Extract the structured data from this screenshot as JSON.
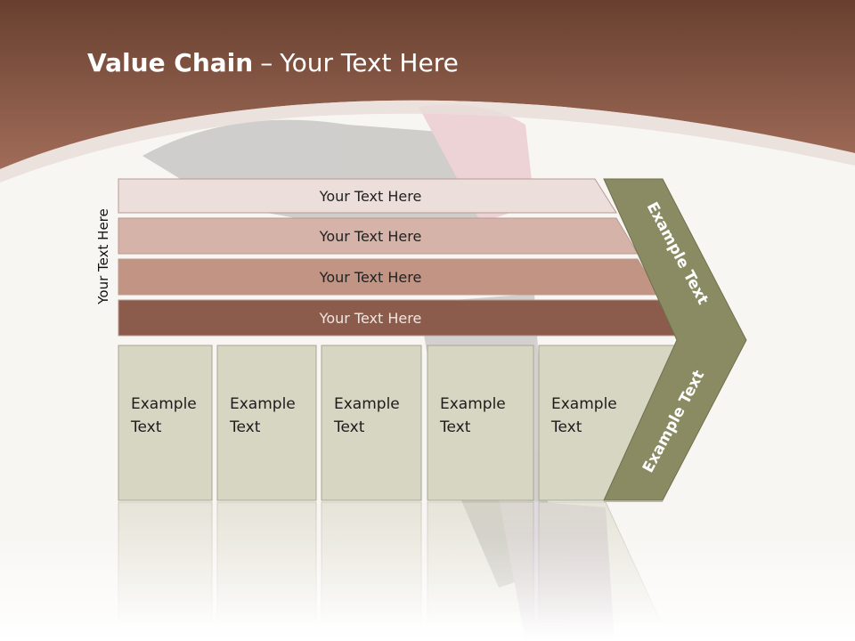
{
  "slide": {
    "title_bold": "Value Chain",
    "title_separator": "–",
    "title_rest": "Your Text Here",
    "vertical_label": "Your Text Here"
  },
  "support_rows": [
    {
      "label": "Your Text Here",
      "color": "#ecdedb",
      "text_color": "#222222"
    },
    {
      "label": "Your Text Here",
      "color": "#d5b3a8",
      "text_color": "#222222"
    },
    {
      "label": "Your Text Here",
      "color": "#c29483",
      "text_color": "#222222"
    },
    {
      "label": "Your Text Here",
      "color": "#8b5b4b",
      "text_color": "#f2e6e0"
    }
  ],
  "primary_activities": [
    {
      "line1": "Example",
      "line2": "Text"
    },
    {
      "line1": "Example",
      "line2": "Text"
    },
    {
      "line1": "Example",
      "line2": "Text"
    },
    {
      "line1": "Example",
      "line2": "Text"
    },
    {
      "line1": "Example",
      "line2": "Text"
    }
  ],
  "chevron": {
    "upper_label": "Example Text",
    "lower_label": "Example Text",
    "color": "#8a8b62"
  },
  "colors": {
    "banner_top": "#6a3f31",
    "banner_bottom": "#9e6a58",
    "activity_fill": "#d7d6c3",
    "activity_stroke": "#a7a691"
  }
}
